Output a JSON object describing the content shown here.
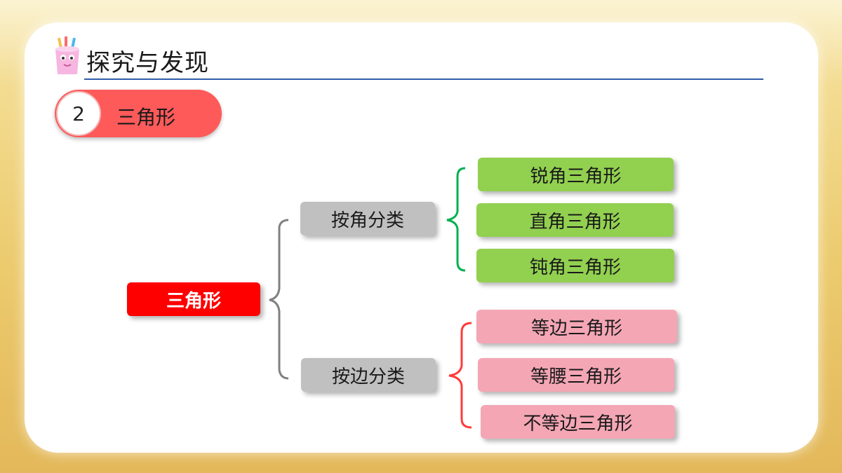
{
  "header": {
    "title": "探究与发现"
  },
  "section": {
    "number": "2",
    "label": "三角形"
  },
  "mindmap": {
    "root": "三角形",
    "by_angle": {
      "label": "按角分类",
      "items": [
        "锐角三角形",
        "直角三角形",
        "钝角三角形"
      ]
    },
    "by_side": {
      "label": "按边分类",
      "items": [
        "等边三角形",
        "等腰三角形",
        "不等边三角形"
      ]
    }
  },
  "colors": {
    "root": "#ff0000",
    "category": "#c0c0c0",
    "angle_items": "#92d050",
    "side_items": "#f4a6b5",
    "angle_brace": "#00b050",
    "side_brace": "#ff3b3b",
    "section_pill": "#ff5a5a",
    "title_rule": "#2f5da8"
  }
}
